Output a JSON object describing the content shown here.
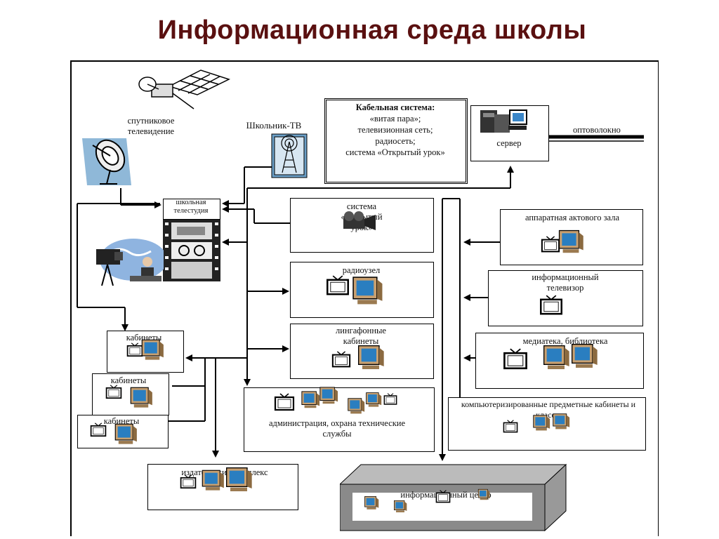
{
  "title": "Информационная среда школы",
  "labels": {
    "satellite": "спутниковое телевидение",
    "shkolnik": "Школьник-ТВ",
    "cable_title": "Кабельная система:",
    "cable_lines": [
      "«витая пара»;",
      "телевизионная сеть;",
      "радиосеть;",
      "система «Открытый урок»"
    ],
    "server": "сервер",
    "fiber": "оптоволокно",
    "studio": "школьная телестудия",
    "open_lesson": "система «открытый урок»",
    "radio": "радиоузел",
    "lingo": "лингафонные кабинеты",
    "hall": "аппаратная актового зала",
    "infotv": "информационный телевизор",
    "media": "медиатека, библиотека",
    "cab1": "кабинеты",
    "cab2": "кабинеты",
    "cab3": "кабинеты",
    "admin": "администрация, охрана технические службы",
    "computer_cabs": "компьютеризированные предметные кабинеты и классы",
    "publishing": "издательский комплекс",
    "infocenter": "информационный центр"
  }
}
